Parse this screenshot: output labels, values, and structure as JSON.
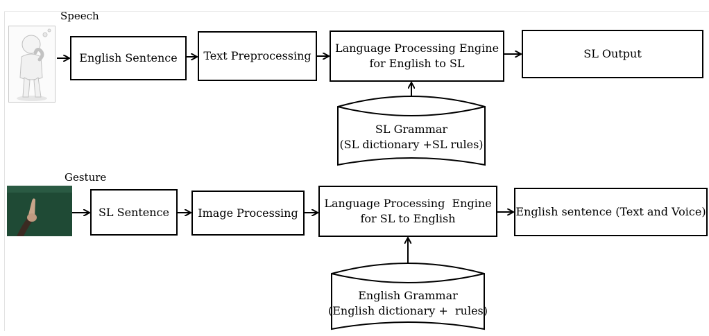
{
  "speech_row": {
    "label": "Speech",
    "image_icon": "thinking-person-figure-icon",
    "boxes": {
      "english_sentence": "English Sentence",
      "text_preprocessing": "Text Preprocessing",
      "engine_line1": "Language Processing Engine",
      "engine_line2": "for English to SL",
      "output": "SL Output"
    },
    "database": {
      "line1": "SL Grammar",
      "line2": "(SL dictionary +SL rules)"
    }
  },
  "gesture_row": {
    "label": "Gesture",
    "image_icon": "hand-gesture-photo-icon",
    "boxes": {
      "sl_sentence": "SL Sentence",
      "image_processing": "Image Processing",
      "engine_line1": "Language Processing  Engine",
      "engine_line2": "for SL to English",
      "output": "English sentence (Text and Voice)"
    },
    "database": {
      "line1": "English Grammar",
      "line2": "(English dictionary +  rules)"
    }
  },
  "colors": {
    "stroke": "#000000",
    "gesture_photo_bg": "#1f4a35"
  }
}
